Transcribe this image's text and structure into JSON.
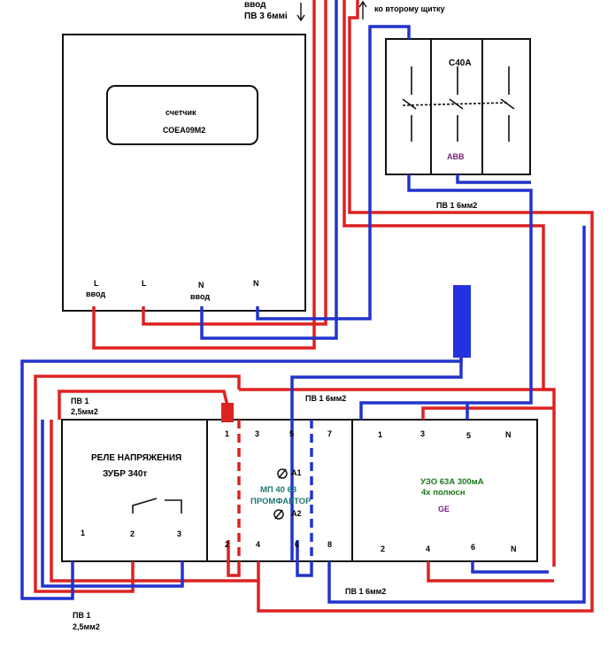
{
  "top_labels": {
    "input_1": "ввод",
    "input_2": "ПВ 3  6ммі",
    "to_second_panel": "ко второму щитку"
  },
  "meter": {
    "label_1": "счетчик",
    "label_2": "СОЕА09М2",
    "term_l_in": "L",
    "term_l_in_sub": "ввод",
    "term_l": "L",
    "term_n_in": "N",
    "term_n_in_sub": "ввод",
    "term_n": "N"
  },
  "breaker": {
    "label": "С40А",
    "brand": "АВВ"
  },
  "wire_labels": {
    "pv1_6_upper": "ПВ 1 6мм2",
    "pv1_6_mid": "ПВ 1 6мм2",
    "pv1_25_top_1": "ПВ 1",
    "pv1_25_top_2": "2,5мм2",
    "pv1_6_bottom": "ПВ 1 6мм2",
    "pv1_25_bot_1": "ПВ 1",
    "pv1_25_bot_2": "2,5мм2"
  },
  "relay": {
    "label_1": "РЕЛЕ  НАПРЯЖЕНИЯ",
    "label_2": "ЗУБР 340т",
    "term_1": "1",
    "term_2": "2",
    "term_3": "3"
  },
  "contactor": {
    "label_1": "МП 40 63",
    "label_2": "ПРОМФАКТОР",
    "coil_a1": "А1",
    "coil_a2": "А2",
    "term_1": "1",
    "term_3": "3",
    "term_5": "5",
    "term_7": "7",
    "term_2": "2",
    "term_4": "4",
    "term_6": "6",
    "term_8": "8"
  },
  "rcd": {
    "label_1": "УЗО 63А 300мА",
    "label_2": "4х полюсн",
    "brand": "GE",
    "term_1": "1",
    "term_3": "3",
    "term_5": "5",
    "term_n_top": "N",
    "term_2": "2",
    "term_4": "4",
    "term_6": "6",
    "term_n_bottom": "N"
  },
  "colors": {
    "phase": "#dd2222",
    "neutral": "#2233cc",
    "outline": "#111111",
    "terminal_block": "#2233dd",
    "contactor_text": "#1f7777",
    "rcd_text": "#1a7a1a",
    "brand_text": "#7a1f7a"
  }
}
